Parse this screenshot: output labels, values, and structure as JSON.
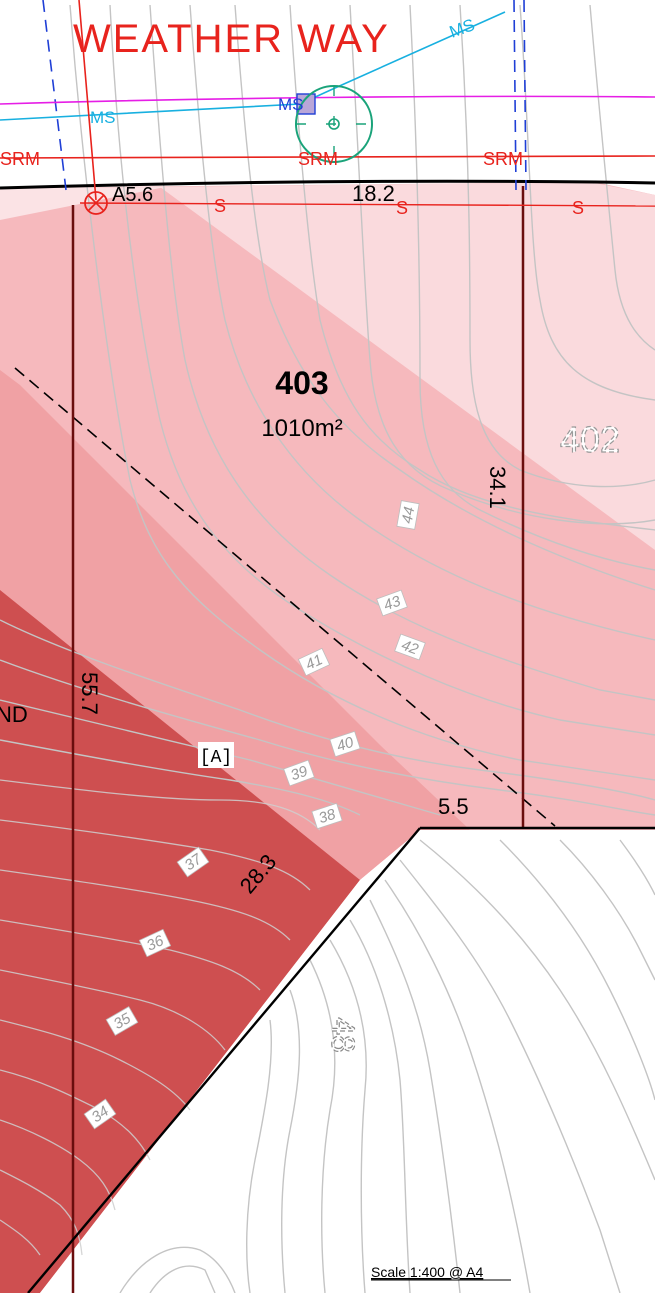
{
  "street": {
    "name": "WEATHER WAY"
  },
  "services": {
    "ms": "MS",
    "srm": "SRM",
    "s": "S"
  },
  "lot": {
    "number": "403",
    "area": "1010m²"
  },
  "neighbours": {
    "lot_402": "402",
    "lot_48": "48"
  },
  "dimensions": {
    "top": "18.2",
    "left": "55.7",
    "right": "34.1",
    "bottom_short": "5.5",
    "diagonal": "28.3"
  },
  "survey_point": "A5.6",
  "marker": "[A]",
  "edge_text": "ND",
  "contour_labels": [
    "44",
    "43",
    "42",
    "41",
    "40",
    "39",
    "38",
    "37",
    "36",
    "35",
    "34"
  ],
  "scale": "Scale 1:400 @ A4",
  "colors": {
    "zone_light": "#fadadd",
    "zone_mid": "#f6b9bd",
    "zone_strong": "#f0a1a4",
    "zone_dark": "#ce4f50",
    "boundary": "#6a0d0d",
    "service_red": "#e8231d",
    "service_cyan": "#18b0e0",
    "service_magenta": "#e61ee6",
    "service_blue": "#1f3fd6",
    "valve_green": "#1aa37a"
  }
}
